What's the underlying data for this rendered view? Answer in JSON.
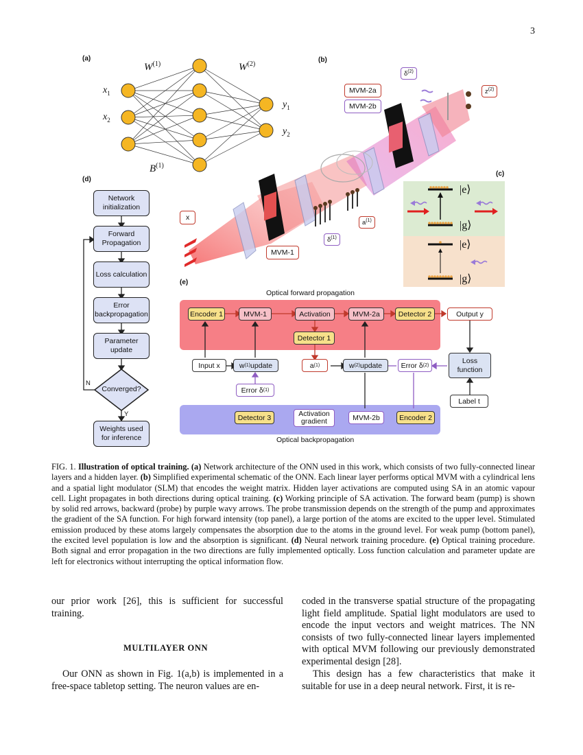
{
  "page_number": "3",
  "panels": {
    "a": "(a)",
    "b": "(b)",
    "c": "(c)",
    "d": "(d)",
    "e": "(e)"
  },
  "network": {
    "w1": "W",
    "w1_sup": "(1)",
    "w2": "W",
    "w2_sup": "(2)",
    "b1": "B",
    "b1_sup": "(1)",
    "inputs": [
      {
        "v": "x",
        "s": "1"
      },
      {
        "v": "x",
        "s": "2"
      }
    ],
    "outputs": [
      {
        "v": "y",
        "s": "1"
      },
      {
        "v": "y",
        "s": "2"
      }
    ]
  },
  "schematic": {
    "mvm2a": "MVM-2a",
    "mvm2b": "MVM-2b",
    "mvm1": "MVM-1",
    "x": "x",
    "delta2": "δ",
    "delta2_sup": "(2)",
    "delta1": "δ",
    "delta1_sup": "(1)",
    "a1": "a",
    "a1_sup": "(1)",
    "z2": "z",
    "z2_sup": "(2)"
  },
  "levels": {
    "e": "|e⟩",
    "g": "|g⟩"
  },
  "flowchart": {
    "steps": [
      "Network initialization",
      "Forward Propagation",
      "Loss calculation",
      "Error backpropagation",
      "Parameter update"
    ],
    "decision": "Converged?",
    "no": "N",
    "yes": "Y",
    "final": "Weights used for inference"
  },
  "training": {
    "forward_title": "Optical forward propagation",
    "backward_title": "Optical backpropagation",
    "encoder1": "Encoder 1",
    "mvm1": "MVM-1",
    "activation": "Activation",
    "mvm2a": "MVM-2a",
    "detector2": "Detector 2",
    "output_y": "Output y",
    "detector1": "Detector 1",
    "input_x": "Input x",
    "w1_update": "w",
    "w1_update_sup": "(1)",
    "w1_update_rest": " update",
    "a1": "a",
    "a1_sup": "(1)",
    "w2_update": "w",
    "w2_update_sup": "(2)",
    "w2_update_rest": " update",
    "error_d2": "Error δ",
    "error_d2_sup": "(2)",
    "loss_function": "Loss function",
    "error_d1": "Error δ",
    "error_d1_sup": "(1)",
    "label_t": "Label t",
    "detector3": "Detector 3",
    "activation_gradient": "Activation gradient",
    "mvm2b": "MVM-2b",
    "encoder2": "Encoder 2"
  },
  "caption": {
    "fig": "FIG. 1.",
    "title": "Illustration of optical training.",
    "parts": [
      {
        "label": "(a)",
        "text": " Network architecture of the ONN used in this work, which consists of two fully-connected linear layers and a hidden layer. "
      },
      {
        "label": "(b)",
        "text": " Simplified experimental schematic of the ONN. Each linear layer performs optical MVM with a cylindrical lens and a spatial light modulator (SLM) that encodes the weight matrix. Hidden layer activations are computed using SA in an atomic vapour cell. Light propagates in both directions during optical training. "
      },
      {
        "label": "(c)",
        "text": " Working principle of SA activation. The forward beam (pump) is shown by solid red arrows, backward (probe) by purple wavy arrows. The probe transmission depends on the strength of the pump and approximates the gradient of the SA function. For high forward intensity (top panel), a large portion of the atoms are excited to the upper level. Stimulated emission produced by these atoms largely compensates the absorption due to the atoms in the ground level. For weak pump (bottom panel), the excited level population is low and the absorption is significant. "
      },
      {
        "label": "(d)",
        "text": " Neural network training procedure. "
      },
      {
        "label": "(e)",
        "text": " Optical training procedure. Both signal and error propagation in the two directions are fully implemented optically. Loss function calculation and parameter update are left for electronics without interrupting the optical information flow."
      }
    ]
  },
  "left_column": {
    "para1": "our prior work [26], this is sufficient for successful training.",
    "heading": "MULTILAYER ONN",
    "para2": "Our ONN as shown in Fig. 1(a,b) is implemented in a free-space tabletop setting. The neuron values are en-"
  },
  "right_column": {
    "para1": "coded in the transverse spatial structure of the propagating light field amplitude. Spatial light modulators are used to encode the input vectors and weight matrices. The NN consists of two fully-connected linear layers implemented with optical MVM following our previously demonstrated experimental design [28].",
    "para2": "This design has a few characteristics that make it suitable for use in a deep neural network. First, it is re-"
  }
}
